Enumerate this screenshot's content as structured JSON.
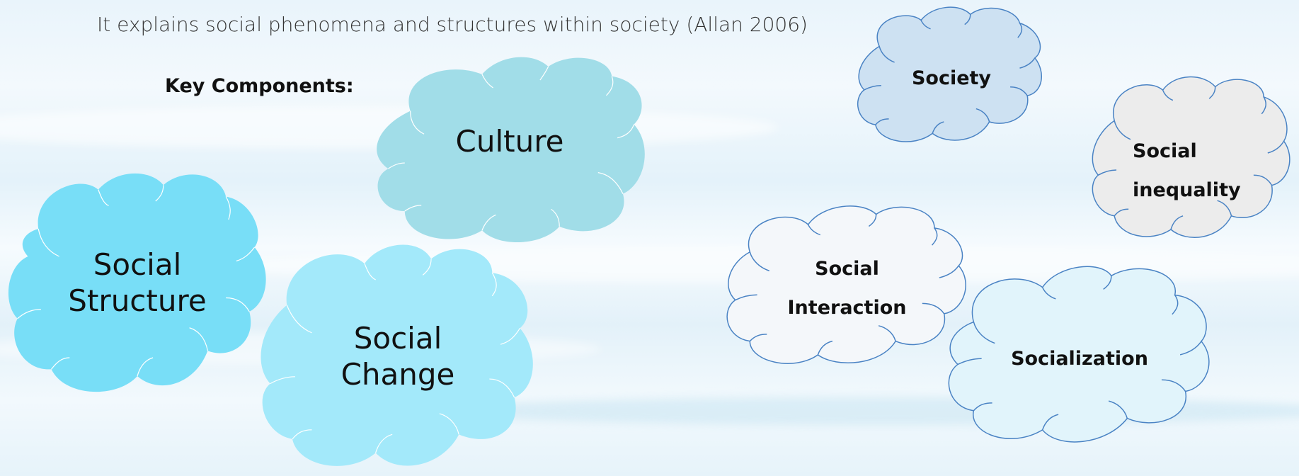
{
  "intro_text": "It explains social phenomena and structures within society (Allan 2006)",
  "key_components_label": "Key Components:",
  "clouds": {
    "culture": {
      "label": "Culture",
      "fill": "#a1dde8"
    },
    "social_structure": {
      "line1": "Social",
      "line2": "Structure",
      "fill": "#78def7"
    },
    "social_change": {
      "line1": "Social",
      "line2": "Change",
      "fill": "#a3e9fa"
    },
    "society": {
      "label": "Society",
      "fill": "#cde1f2",
      "stroke": "#4a83c4"
    },
    "social_inequality": {
      "line1": "Social",
      "line2": "inequality",
      "fill": "#ececec",
      "stroke": "#4a83c4"
    },
    "social_interaction": {
      "line1": "Social",
      "line2": "Interaction",
      "fill": "#f4f7fa",
      "stroke": "#4a83c4"
    },
    "socialization": {
      "label": "Socialization",
      "fill": "#e1f4fb",
      "stroke": "#4a83c4"
    }
  }
}
